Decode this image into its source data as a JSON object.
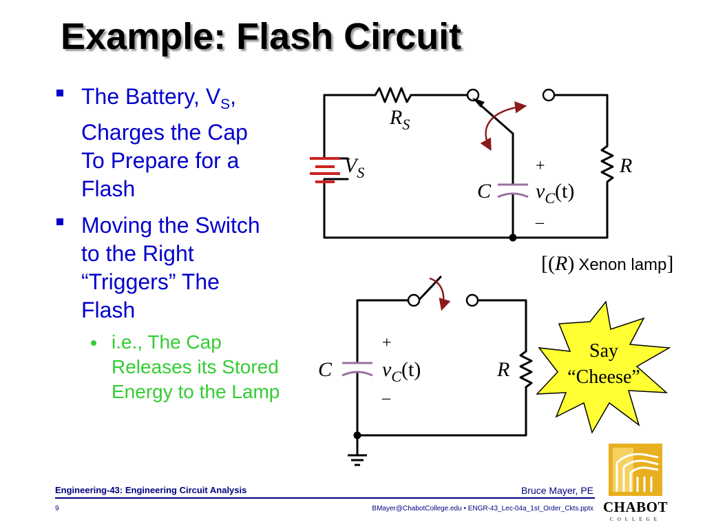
{
  "slide": {
    "title": "Example: Flash Circuit",
    "bullets": [
      {
        "lines": [
          "The Battery, V",
          "S",
          ",",
          "Charges the Cap",
          "To Prepare for a",
          "Flash"
        ]
      },
      {
        "lines": [
          "Moving the Switch",
          "to the Right",
          "“Triggers” The",
          "Flash"
        ]
      }
    ],
    "subbullet": {
      "lines": [
        "i.e., The Cap",
        "Releases its Stored",
        "Energy to the Lamp"
      ]
    }
  },
  "circuit_top": {
    "rs_label": "R",
    "rs_sub": "S",
    "vs_label": "V",
    "vs_sub": "S",
    "c_label": "C",
    "plus": "+",
    "minus": "–",
    "vc_label": "v",
    "vc_sub": "C",
    "vc_arg": "(t)",
    "r_label": "R",
    "lamp_label_open": "[(",
    "lamp_label_r": "R",
    "lamp_label_close": ")",
    "lamp_text": "Xenon lamp",
    "lamp_bracket_end": "]"
  },
  "circuit_bottom": {
    "c_label": "C",
    "plus": "+",
    "minus": "–",
    "vc_label": "v",
    "vc_sub": "C",
    "vc_arg": "(t)",
    "r_label": "R"
  },
  "callout": {
    "line1": "Say",
    "line2": "“Cheese”",
    "fill": "#ffff33"
  },
  "footer": {
    "course": "Engineering-43: Engineering Circuit Analysis",
    "author": "Bruce Mayer, PE",
    "page": "9",
    "file": "BMayer@ChabotCollege.edu  • ENGR-43_Lec-04a_1st_Order_Ckts.pptx"
  },
  "logo": {
    "name": "CHABOT",
    "sub": "COLLEGE"
  },
  "colors": {
    "bullet_blue": "#0000cc",
    "sub_green": "#33cc33",
    "switch_arrow": "#8b1a1a",
    "footer_navy": "#000080",
    "battery_red": "#cc2222",
    "cap_purple": "#9a6fa0"
  }
}
